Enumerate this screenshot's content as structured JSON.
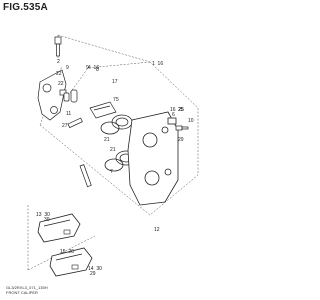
{
  "figure": {
    "title": "FIG.535A",
    "model_code": "GL3/2RXL3_071_135H",
    "caption": "FRONT CALIPER"
  },
  "callouts": [
    {
      "id": "c1",
      "text": "1  16"
    },
    {
      "id": "c2",
      "text": "2"
    },
    {
      "id": "c3",
      "text": "4  16"
    },
    {
      "id": "c4",
      "text": "5"
    },
    {
      "id": "c5",
      "text": "6"
    },
    {
      "id": "c6",
      "text": "7"
    },
    {
      "id": "c7",
      "text": "7"
    },
    {
      "id": "c8",
      "text": "8"
    },
    {
      "id": "c9",
      "text": "9"
    },
    {
      "id": "c10",
      "text": "9"
    },
    {
      "id": "c11",
      "text": "10"
    },
    {
      "id": "c12",
      "text": "11"
    },
    {
      "id": "c13",
      "text": "12"
    },
    {
      "id": "c14",
      "text": "13  30"
    },
    {
      "id": "c15",
      "text": "14  30"
    },
    {
      "id": "c16",
      "text": "15  26"
    },
    {
      "id": "c17",
      "text": "16  25"
    },
    {
      "id": "c18",
      "text": "17"
    },
    {
      "id": "c19",
      "text": "22"
    },
    {
      "id": "c20",
      "text": "21"
    },
    {
      "id": "c21",
      "text": "21"
    },
    {
      "id": "c22",
      "text": "22"
    },
    {
      "id": "c23",
      "text": "25"
    },
    {
      "id": "c24",
      "text": "27"
    },
    {
      "id": "c25",
      "text": "29"
    },
    {
      "id": "c26",
      "text": "29"
    },
    {
      "id": "c27",
      "text": "30"
    }
  ]
}
